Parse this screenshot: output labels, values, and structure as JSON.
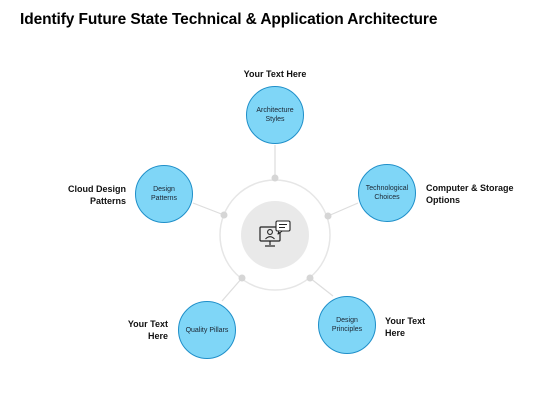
{
  "title": "Identify Future State Technical & Application Architecture",
  "hub": {
    "icon": "monitor-chat-user-icon"
  },
  "nodes": [
    {
      "label": "Architecture Styles",
      "caption": "Your Text Here"
    },
    {
      "label": "Technological Choices",
      "caption": "Computer & Storage Options"
    },
    {
      "label": "Design Principles",
      "caption": "Your Text Here"
    },
    {
      "label": "Quality Pillars",
      "caption": "Your Text Here"
    },
    {
      "label": "Design Patterns",
      "caption": "Cloud Design Patterns"
    }
  ],
  "colors": {
    "node_fill": "#7fd6f7",
    "node_border": "#1f8fc9",
    "hub_fill": "#e9e9e9",
    "ring": "#e6e6e6"
  }
}
